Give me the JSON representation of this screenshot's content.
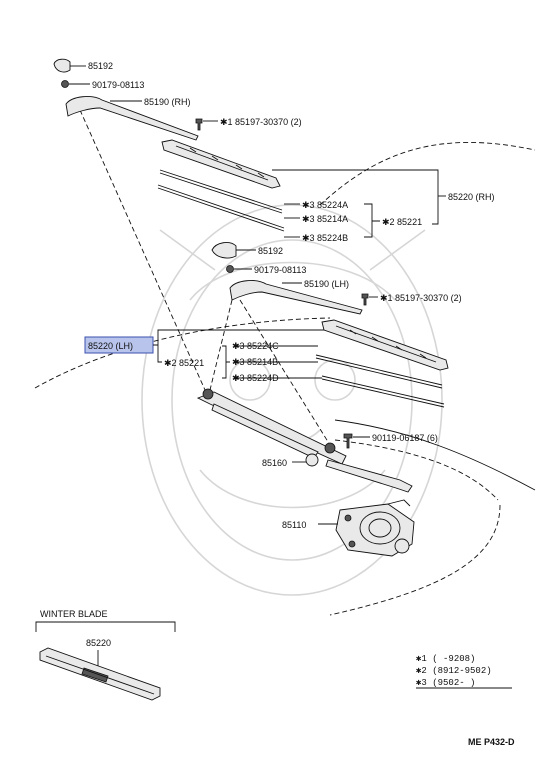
{
  "labels": {
    "p85192_top": "85192",
    "p90179_top": "90179-08113",
    "p85190_rh": "85190 (RH)",
    "p85197_top": "✱1  85197-30370 (2)",
    "p85224a_1": "✱3  85224A",
    "p85214a": "✱3  85214A",
    "p85224b": "✱3  85224B",
    "p85221_rh": "✱2  85221",
    "p85220_rh": "85220 (RH)",
    "p85192_mid": "85192",
    "p90179_mid": "90179-08113",
    "p85190_lh": "85190 (LH)",
    "p85197_mid": "✱1  85197-30370 (2)",
    "p85220_lh": "85220 (LH)",
    "p85221_lh": "✱2  85221",
    "p85224c": "✱3  85224C",
    "p85214b": "✱3  85214B",
    "p85224d": "✱3  85224D",
    "p90119": "90119-06187 (6)",
    "p85160": "85160",
    "p85110": "85110",
    "winter_title": "WINTER BLADE",
    "p85220_winter": "85220"
  },
  "notes": {
    "n1": "✱1  (     -9208)",
    "n2": "✱2  (8912-9502)",
    "n3": "✱3  (9502-     )"
  },
  "code": "ME  P432-D",
  "colors": {
    "highlight_fill": "#b8c4ec",
    "highlight_stroke": "#3a4fae",
    "watermark": "#d6d6d6"
  }
}
